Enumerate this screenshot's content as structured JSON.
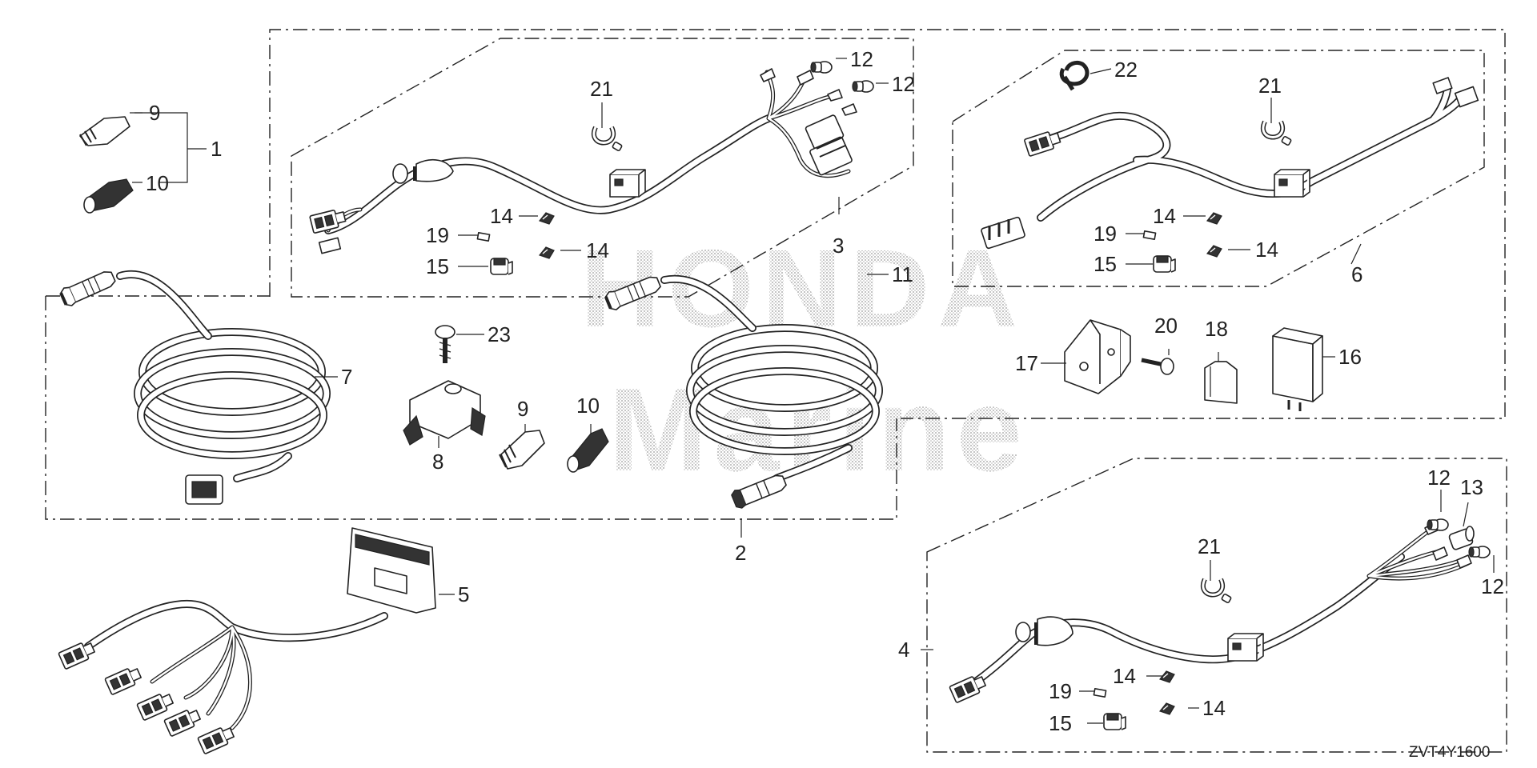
{
  "diagram_code": "ZVT4Y1600",
  "watermark": {
    "brand": "HONDA",
    "sub": "Marine"
  },
  "callouts": {
    "c1": "1",
    "c2": "2",
    "c3": "3",
    "c4": "4",
    "c5": "5",
    "c6": "6",
    "c7": "7",
    "c8": "8",
    "c9a": "9",
    "c9b": "9",
    "c10a": "10",
    "c10b": "10",
    "c11": "11",
    "c12a": "12",
    "c12b": "12",
    "c12c": "12",
    "c12d": "12",
    "c13": "13",
    "c14a": "14",
    "c14b": "14",
    "c14c": "14",
    "c14d": "14",
    "c14e": "14",
    "c14f": "14",
    "c15a": "15",
    "c15b": "15",
    "c15c": "15",
    "c16": "16",
    "c17": "17",
    "c18": "18",
    "c19a": "19",
    "c19b": "19",
    "c19c": "19",
    "c20": "20",
    "c21a": "21",
    "c21b": "21",
    "c21c": "21",
    "c22": "22",
    "c23": "23"
  }
}
